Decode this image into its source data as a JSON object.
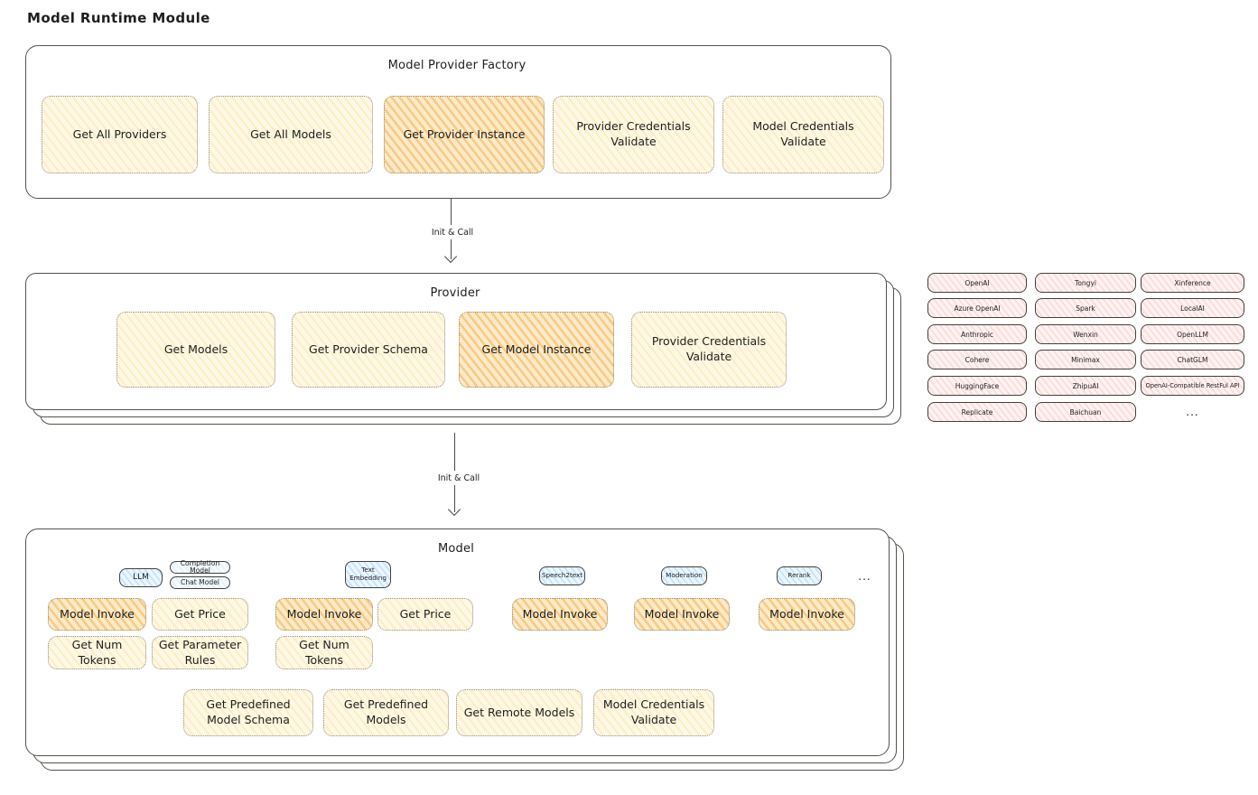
{
  "title": "Model Runtime Module",
  "arrow1_label": "Init & Call",
  "arrow2_label": "Init & Call",
  "factory": {
    "title": "Model Provider Factory",
    "buttons": [
      {
        "label": "Get All Providers",
        "highlight": false
      },
      {
        "label": "Get All Models",
        "highlight": false
      },
      {
        "label": "Get Provider Instance",
        "highlight": true
      },
      {
        "label": "Provider Credentials Validate",
        "highlight": false
      },
      {
        "label": "Model Credentials Validate",
        "highlight": false
      }
    ]
  },
  "provider": {
    "title": "Provider",
    "buttons": [
      {
        "label": "Get Models",
        "highlight": false
      },
      {
        "label": "Get Provider Schema",
        "highlight": false
      },
      {
        "label": "Get Model Instance",
        "highlight": true
      },
      {
        "label": "Provider Credentials Validate",
        "highlight": false
      }
    ]
  },
  "providers_panel": {
    "col1": [
      "OpenAI",
      "Azure OpenAI",
      "Anthropic",
      "Cohere",
      "HuggingFace",
      "Replicate"
    ],
    "col2": [
      "Tongyi",
      "Spark",
      "Wenxin",
      "Minimax",
      "ZhipuAI",
      "Baichuan"
    ],
    "col3": [
      "Xinference",
      "LocalAI",
      "OpenLLM",
      "ChatGLM",
      "OpenAI-Compatible RestFul API"
    ],
    "more": "..."
  },
  "model": {
    "title": "Model",
    "tabs": {
      "llm": "LLM",
      "completion": "Completion Model",
      "chat": "Chat Model",
      "text_embedding": "Text Embedding",
      "speech2text": "Speech2text",
      "moderation": "Moderation",
      "rerank": "Rerank",
      "more": "..."
    },
    "llm_buttons": [
      "Model Invoke",
      "Get Price",
      "Get Num Tokens",
      "Get Parameter Rules"
    ],
    "embedding_buttons": [
      "Model Invoke",
      "Get Price",
      "Get Num Tokens"
    ],
    "speech2text_buttons": [
      "Model Invoke"
    ],
    "moderation_buttons": [
      "Model Invoke"
    ],
    "rerank_buttons": [
      "Model Invoke"
    ],
    "bottom_buttons": [
      "Get Predefined Model Schema",
      "Get Predefined Models",
      "Get Remote Models",
      "Model Credentials Validate"
    ]
  },
  "colors": {
    "node_yellow": "#fdf8e6",
    "node_orange": "#faeac4",
    "chip_pink": "#fdf2f2",
    "tab_blue": "#ecf6fe",
    "stroke_dark": "#44413c"
  }
}
